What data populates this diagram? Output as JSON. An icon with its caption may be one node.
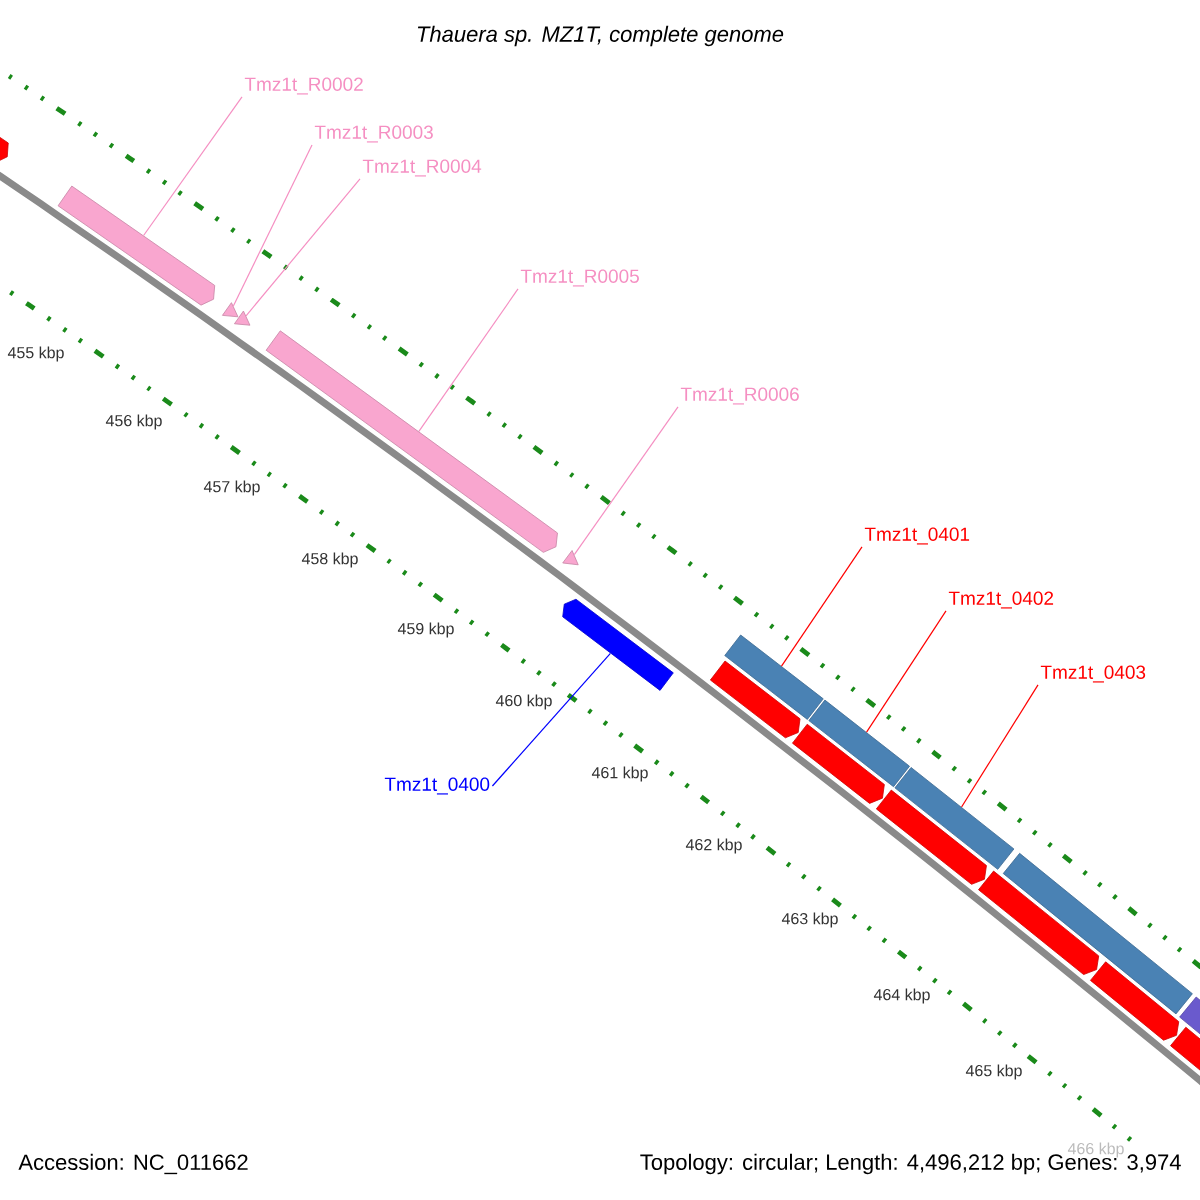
{
  "diagram": {
    "title": "Thauera sp. MZ1T, complete genome",
    "nodes": [
      {
        "text": [
          "Tmz1t_R0002"
        ]
      },
      {
        "text": [
          "Tmz1t_R0003"
        ]
      },
      {
        "text": [
          "Tmz1t_R0004"
        ]
      },
      {
        "text": [
          "Tmz1t_R0005"
        ]
      },
      {
        "text": [
          "Tmz1t_R0006"
        ]
      },
      {
        "text": [
          "Tmz1t_0401"
        ]
      },
      {
        "text": [
          "Tmz1t_0402"
        ]
      },
      {
        "text": [
          "Tmz1t_0403"
        ]
      },
      {
        "text": [
          "Tmz1t_0400"
        ]
      },
      {
        "text": [],
        "shape": "pentagon"
      },
      {
        "text": [],
        "shape": "triangle"
      },
      {
        "text": [],
        "shape": "triangle"
      },
      {
        "text": [],
        "shape": "pentagon"
      },
      {
        "text": [],
        "shape": "triangle"
      },
      {
        "text": [],
        "shape": "bar"
      },
      {
        "text": [],
        "shape": "bar"
      },
      {
        "text": [],
        "shape": "bar"
      },
      {
        "text": [],
        "shape": "pentagon"
      }
    ],
    "edges": [
      {
        "from": 0,
        "to": 9,
        "arrow": "none"
      },
      {
        "from": 1,
        "to": 10,
        "arrow": "none"
      },
      {
        "from": 2,
        "to": 11,
        "arrow": "none"
      },
      {
        "from": 3,
        "to": 12,
        "arrow": "none"
      },
      {
        "from": 4,
        "to": 13,
        "arrow": "none"
      },
      {
        "from": 5,
        "to": 14,
        "arrow": "none",
        "color": "#ff0000"
      },
      {
        "from": 6,
        "to": 15,
        "arrow": "none",
        "color": "#ff0000"
      },
      {
        "from": 7,
        "to": 16,
        "arrow": "none",
        "color": "#ff0000"
      },
      {
        "from": 8,
        "to": 17,
        "arrow": "none",
        "color": "#0000ff"
      }
    ],
    "labels": [
      "455 kbp",
      "456 kbp",
      "457 kbp",
      "458 kbp",
      "459 kbp",
      "460 kbp",
      "461 kbp",
      "462 kbp",
      "463 kbp",
      "464 kbp",
      "465 kbp",
      "466 kbp",
      "Accession: NC_011662",
      "Topology: circular; Length: 4,496,212 bp; Genes: 3,974"
    ]
  }
}
